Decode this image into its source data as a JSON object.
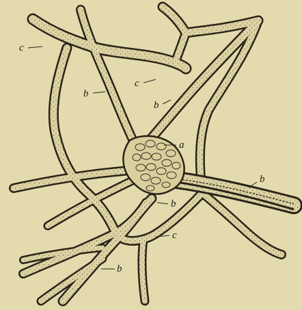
{
  "figure": {
    "labels": {
      "a": "a",
      "b": "b",
      "c": "c"
    },
    "colors": {
      "paper": "#e3dbae",
      "ink": "#2a2418",
      "vessel_fill": "#ddd3a3"
    }
  }
}
